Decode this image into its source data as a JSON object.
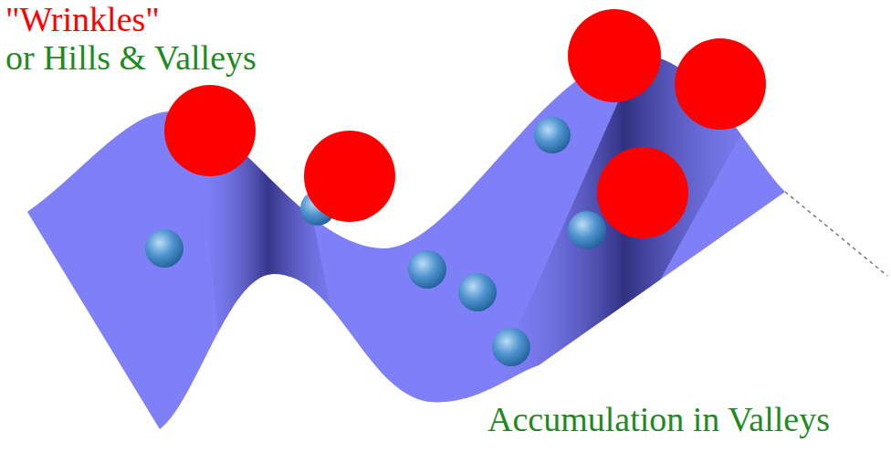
{
  "diagram": {
    "labels": [
      "\"Wrinkles\"",
      "or Hills & Valleys",
      "Accumulation in Valleys"
    ]
  }
}
